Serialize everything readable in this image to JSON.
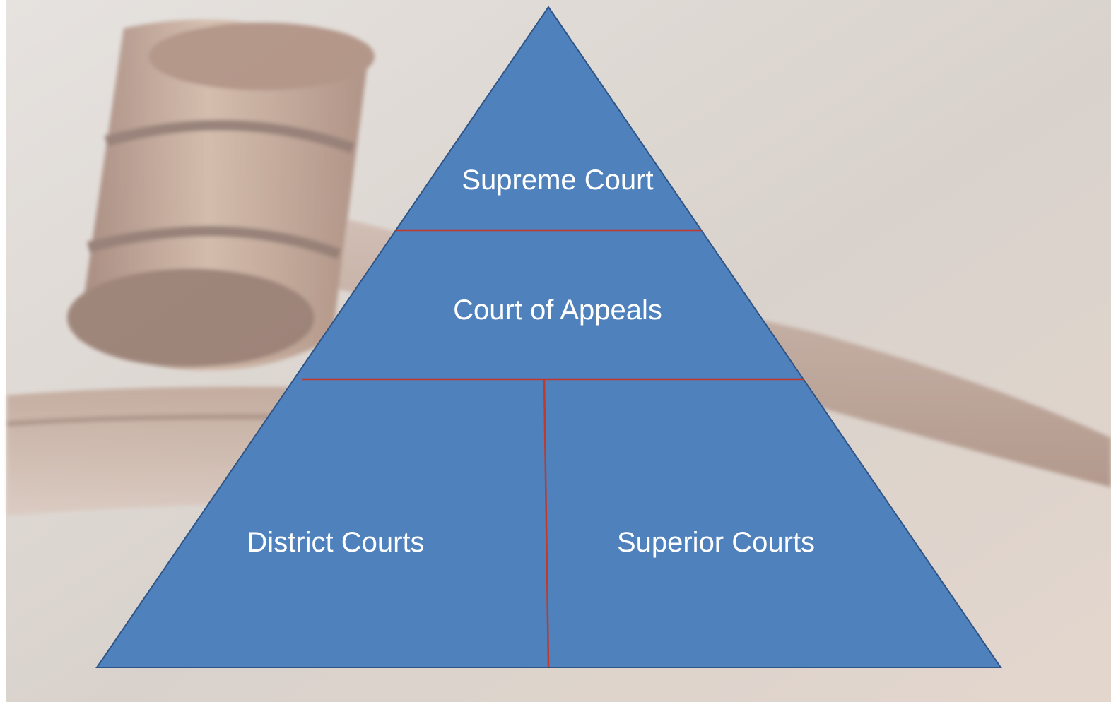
{
  "diagram": {
    "tiers": {
      "top": "Supreme Court",
      "middle": "Court of Appeals",
      "bottom_left": "District Courts",
      "bottom_right": "Superior Courts"
    }
  },
  "background": {
    "description_icon": "gavel-icon"
  },
  "colors": {
    "pyramid_fill": "#4f81bd",
    "pyramid_edge": "#2f5587",
    "divider": "#c0392b",
    "label_text": "#ffffff"
  }
}
